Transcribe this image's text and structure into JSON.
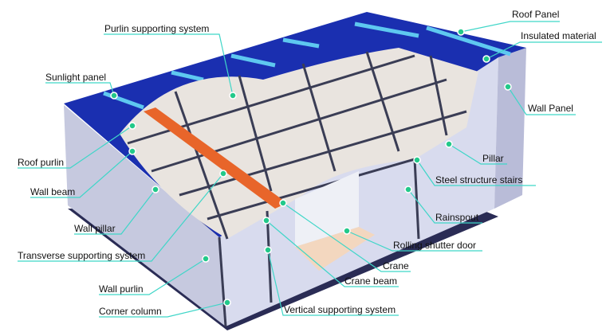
{
  "labels": {
    "roof_panel": "Roof Panel",
    "insulated_material": "Insulated material",
    "wall_panel": "Wall Panel",
    "purlin_supporting_system": "Purlin supporting system",
    "sunlight_panel": "Sunlight panel",
    "roof_purlin": "Roof purlin",
    "wall_beam": "Wall beam",
    "wall_pillar": "Wall pillar",
    "transverse_supporting_system": "Transverse supporting system",
    "wall_purlin": "Wall purlin",
    "corner_column": "Corner column",
    "vertical_supporting_system": "Vertical supporting system",
    "crane_beam": "Crane beam",
    "crane": "Crane",
    "rolling_shutter_door": "Rolling shutter door",
    "rainspout": "Rainspout",
    "steel_structure_stairs": "Steel structure stairs",
    "pillar": "Pillar"
  },
  "colors": {
    "roof": "#1a2fb0",
    "sunlight": "#5ec8f0",
    "leader": "#3fd6c8",
    "dot": "#22c98a",
    "wall": "#c9cbe2",
    "crane": "#e8652a"
  }
}
